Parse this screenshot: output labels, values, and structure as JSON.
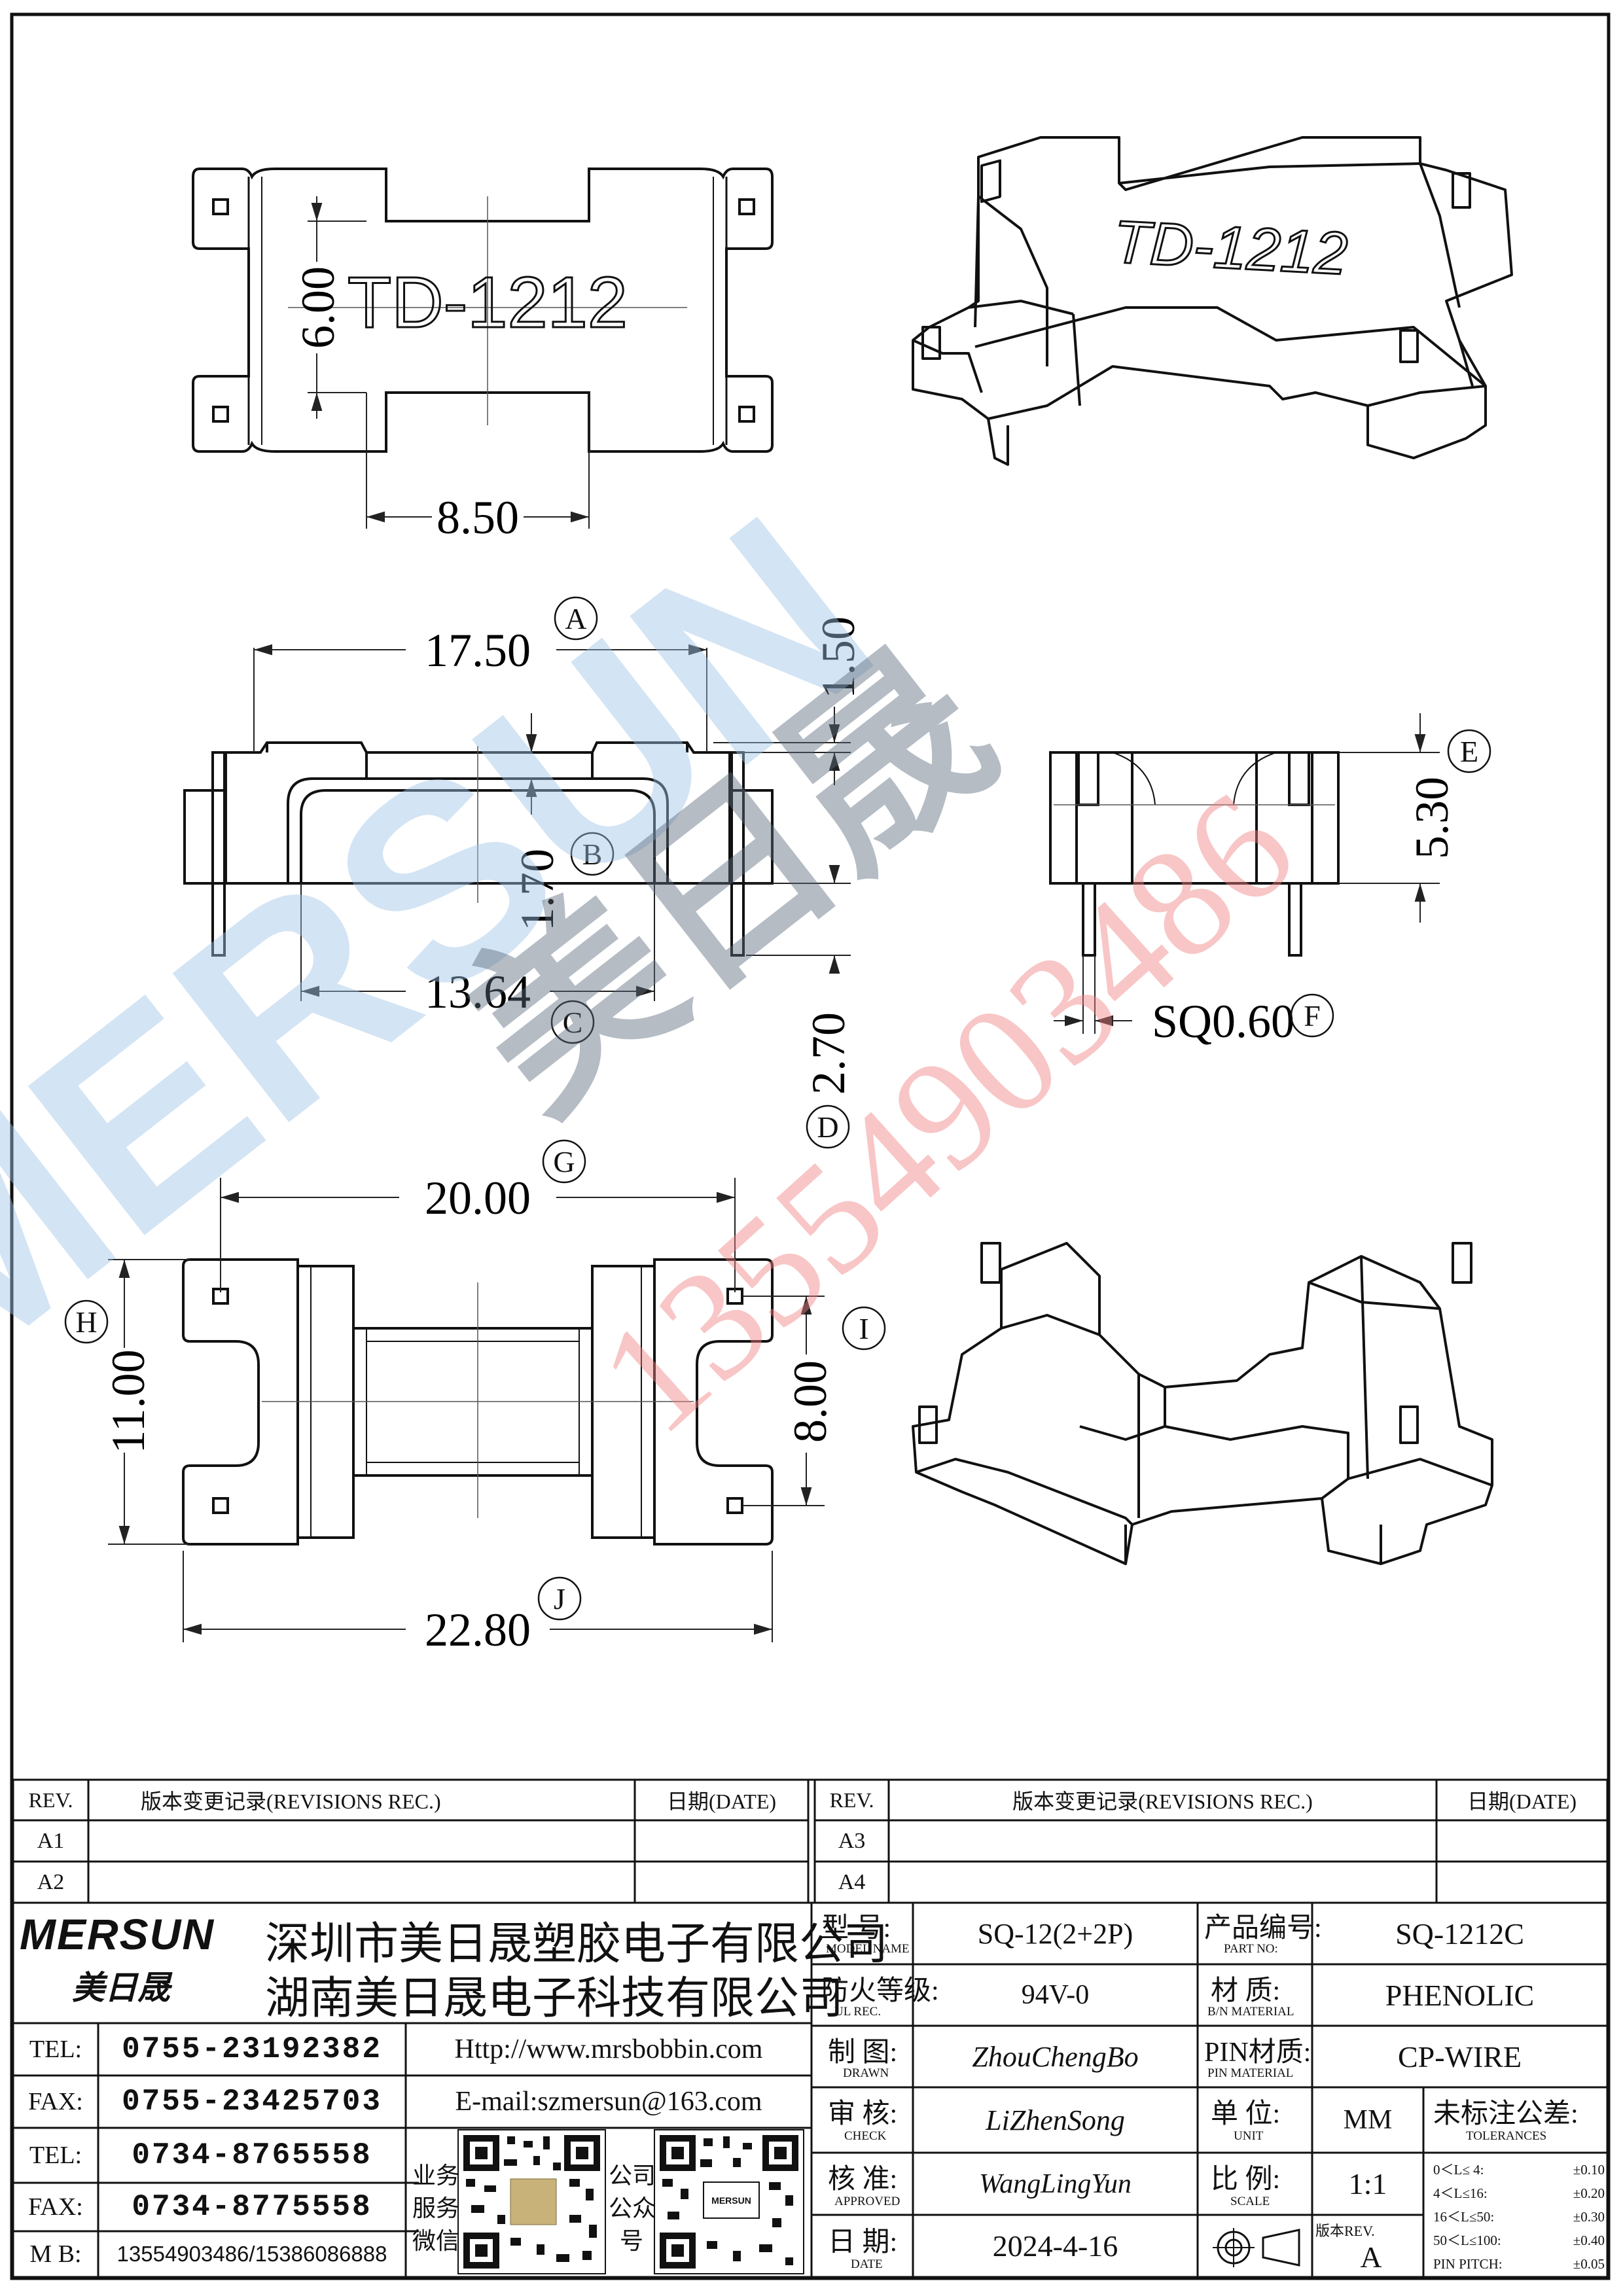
{
  "drawing": {
    "part_mark": "TD-1212",
    "dimensions": {
      "top_height": "6.00",
      "top_width": "8.50",
      "side_width": "17.50",
      "side_top": "1.50",
      "side_inner_height": "1.70",
      "side_inner_width": "13.64",
      "pin_length": "2.70",
      "end_height": "5.30",
      "pin_size": "SQ0.60",
      "bottom_pin_pitch": "20.00",
      "bottom_height": "11.00",
      "bottom_pin_row": "8.00",
      "bottom_width": "22.80"
    },
    "callouts": [
      "A",
      "B",
      "C",
      "D",
      "E",
      "F",
      "G",
      "H",
      "I",
      "J"
    ]
  },
  "watermark": {
    "brand": "MERSUN",
    "chinese": "美日晟",
    "phone": "13554903486"
  },
  "revisions_left": {
    "rev_header": "REV.",
    "record_header": "版本变更记录(REVISIONS REC.)",
    "date_header": "日期(DATE)",
    "rows": [
      "A1",
      "A2"
    ]
  },
  "revisions_right": {
    "rev_header": "REV.",
    "record_header": "版本变更记录(REVISIONS REC.)",
    "date_header": "日期(DATE)",
    "rows": [
      "A3",
      "A4"
    ]
  },
  "company": {
    "logo": "MERSUN",
    "logo_cn": "美日晟",
    "name1": "深圳市美日晟塑胶电子有限公司",
    "name2": "湖南美日晟电子科技有限公司",
    "website": "Http://www.mrsbobbin.com",
    "email": "E-mail:szmersun@163.com",
    "contacts": [
      {
        "label": "TEL:",
        "value": "0755-23192382"
      },
      {
        "label": "FAX:",
        "value": "0755-23425703"
      },
      {
        "label": "TEL:",
        "value": "0734-8765558"
      },
      {
        "label": "FAX:",
        "value": "0734-8775558"
      },
      {
        "label": "M B:",
        "value": "13554903486/15386086888"
      }
    ],
    "qr1_label": [
      "业务",
      "服务",
      "微信"
    ],
    "qr2_label": [
      "公司",
      "公众",
      "号"
    ],
    "qr2_mark": "MERSUN"
  },
  "spec": {
    "model_label": "型 号:",
    "model_label_en": "MODEL NAME",
    "model": "SQ-12(2+2P)",
    "part_label": "产品编号:",
    "part_label_en": "PART NO:",
    "part_no": "SQ-1212C",
    "ul_label": "防火等级:",
    "ul_label_en": "UL REC.",
    "ul": "94V-0",
    "material_label": "材 质:",
    "material_label_en": "B/N MATERIAL",
    "material": "PHENOLIC",
    "drawn_label": "制 图:",
    "drawn_label_en": "DRAWN",
    "drawn": "ZhouChengBo",
    "pin_label": "PIN材质:",
    "pin_label_en": "PIN MATERIAL",
    "pin_material": "CP-WIRE",
    "check_label": "审 核:",
    "check_label_en": "CHECK",
    "check": "LiZhenSong",
    "unit_label": "单 位:",
    "unit_label_en": "UNIT",
    "unit": "MM",
    "approved_label": "核 准:",
    "approved_label_en": "APPROVED",
    "approved": "WangLingYun",
    "scale_label": "比 例:",
    "scale_label_en": "SCALE",
    "scale": "1:1",
    "date_label": "日 期:",
    "date_label_en": "DATE",
    "date": "2024-4-16",
    "version_label": "版本REV.",
    "version": "A",
    "tol_label": "未标注公差:",
    "tol_label_en": "TOLERANCES",
    "tolerances": [
      {
        "range": "0＜L≤ 4:",
        "value": "±0.10"
      },
      {
        "range": "4＜L≤16:",
        "value": "±0.20"
      },
      {
        "range": "16＜L≤50:",
        "value": "±0.30"
      },
      {
        "range": "50＜L≤100:",
        "value": "±0.40"
      },
      {
        "range": "PIN PITCH:",
        "value": "±0.05"
      }
    ]
  }
}
